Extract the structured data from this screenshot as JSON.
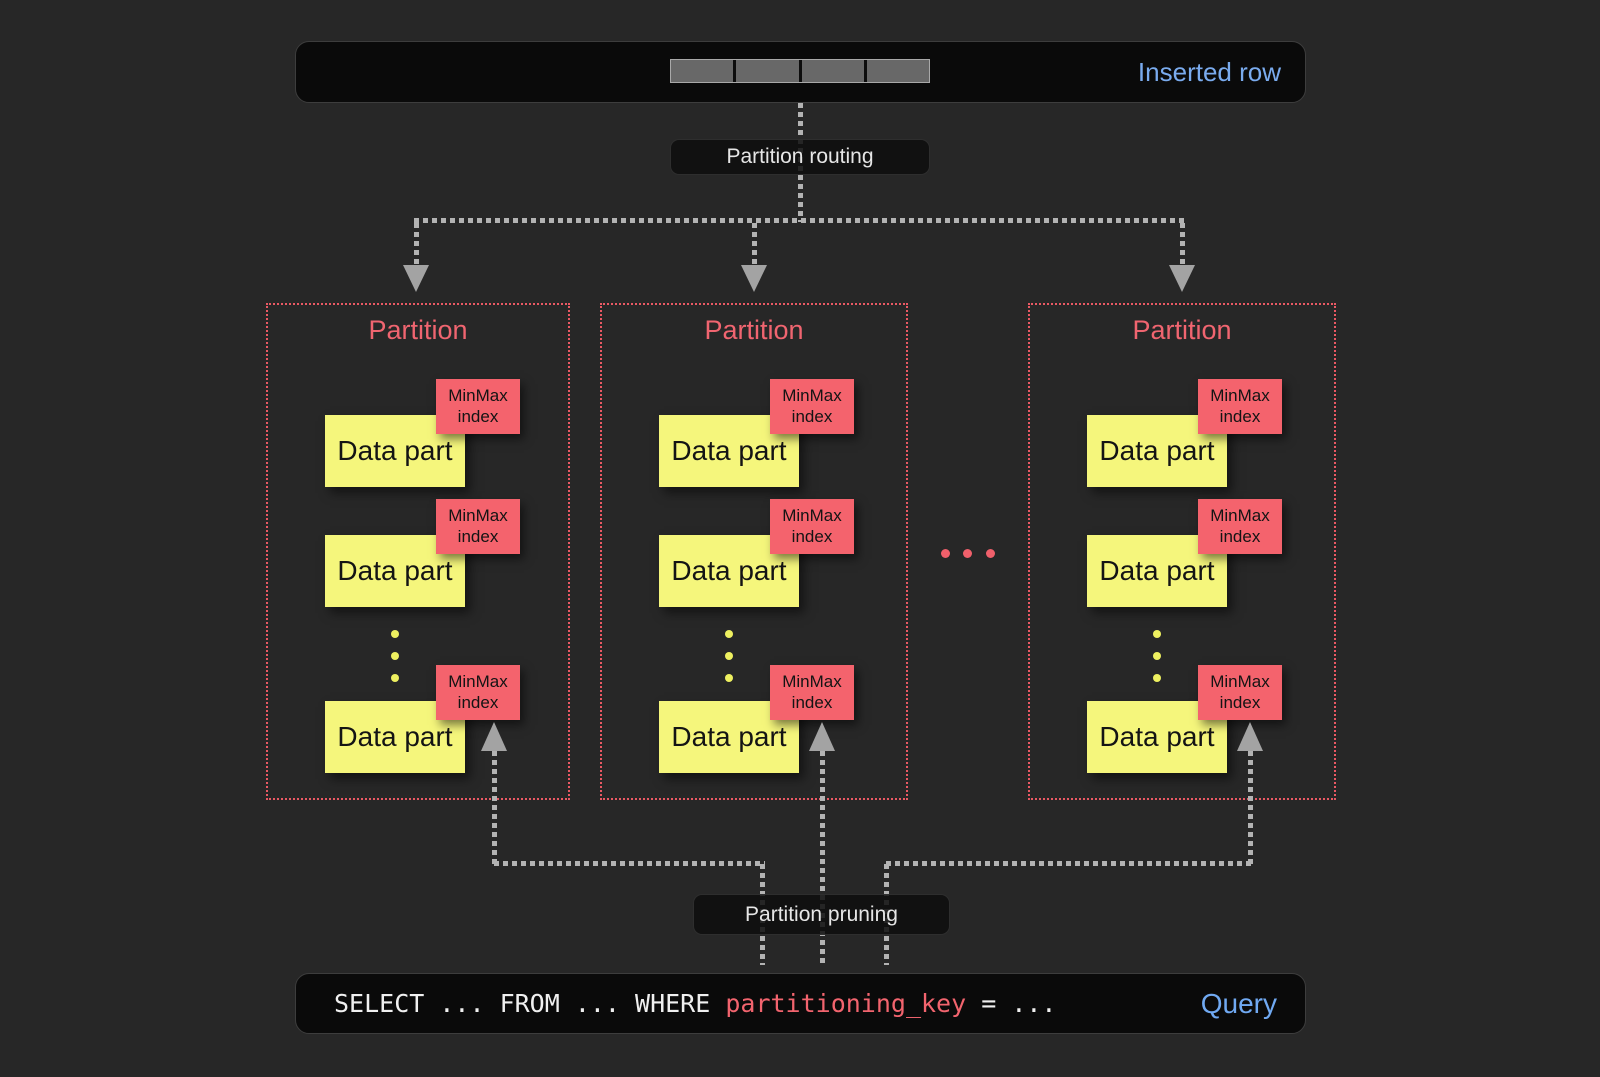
{
  "colors": {
    "background": "#272727",
    "bar_fill": "#0a0a0a",
    "accent_red": "#f2626c",
    "partition_border_red": "#ea5964",
    "data_part_yellow": "#f5f67c",
    "label_blue": "#74aaf0",
    "connector_gray": "#b3b3b3",
    "row_cell_gray": "#686868"
  },
  "inserted_row_bar": {
    "label": "Inserted row",
    "cell_count": 4
  },
  "routing": {
    "label": "Partition routing"
  },
  "pruning": {
    "label": "Partition pruning"
  },
  "partition_separator": "...",
  "partitions": [
    {
      "title": "Partition",
      "parts": [
        {
          "label": "Data part",
          "index_label": "MinMax index"
        },
        {
          "label": "Data part",
          "index_label": "MinMax index"
        },
        {
          "label": "Data part",
          "index_label": "MinMax index"
        }
      ]
    },
    {
      "title": "Partition",
      "parts": [
        {
          "label": "Data part",
          "index_label": "MinMax index"
        },
        {
          "label": "Data part",
          "index_label": "MinMax index"
        },
        {
          "label": "Data part",
          "index_label": "MinMax index"
        }
      ]
    },
    {
      "title": "Partition",
      "parts": [
        {
          "label": "Data part",
          "index_label": "MinMax index"
        },
        {
          "label": "Data part",
          "index_label": "MinMax index"
        },
        {
          "label": "Data part",
          "index_label": "MinMax index"
        }
      ]
    }
  ],
  "query_bar": {
    "sql_before": "SELECT ... FROM ... WHERE ",
    "sql_key": "partitioning_key",
    "sql_after": " = ...",
    "label": "Query"
  }
}
